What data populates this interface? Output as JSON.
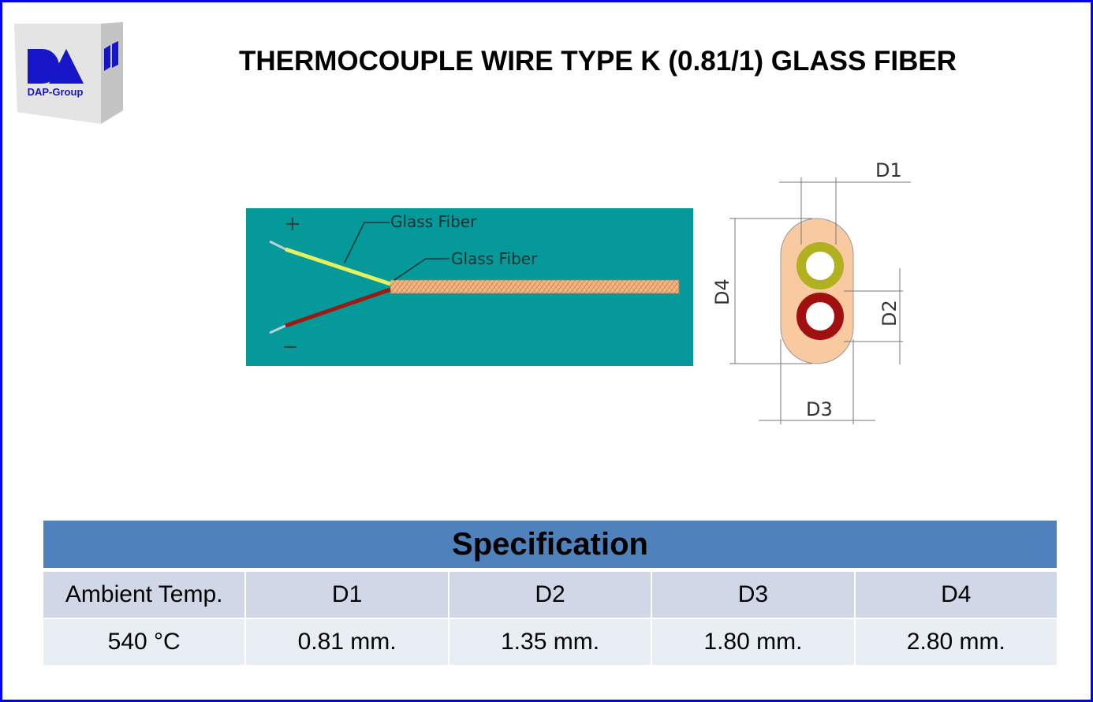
{
  "title": "THERMOCOUPLE WIRE TYPE K (0.81/1) GLASS FIBER",
  "logo": {
    "text": "DAP-Group",
    "mark": "DA"
  },
  "diagram": {
    "plus_label": "+",
    "minus_label": "−",
    "callout_1": "Glass Fiber",
    "callout_2": "Glass Fiber",
    "dims": {
      "d1": "D1",
      "d2": "D2",
      "d3": "D3",
      "d4": "D4"
    },
    "colors": {
      "background": "#05999a",
      "sheath": "#f5b884",
      "positive": "#e8f060",
      "negative": "#9a1a14"
    }
  },
  "spec": {
    "heading": "Specification",
    "headers": [
      "Ambient  Temp.",
      "D1",
      "D2",
      "D3",
      "D4"
    ],
    "values": [
      "540 °C",
      "0.81 mm.",
      "1.35 mm.",
      "1.80 mm.",
      "2.80 mm."
    ]
  }
}
